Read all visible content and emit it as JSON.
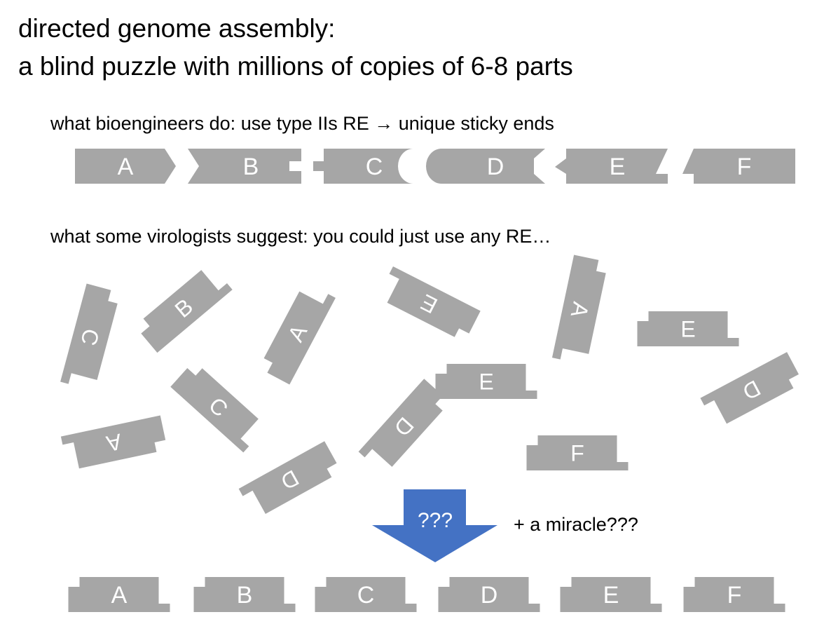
{
  "title": {
    "line1": "directed genome assembly:",
    "line2": "a blind puzzle with millions of copies of 6-8 parts"
  },
  "section_engineers": "what bioengineers do: use type IIs RE → unique sticky ends",
  "section_virologists": "what some virologists suggest: you could just use any RE…",
  "arrow_label": "???",
  "miracle_text": "+ a miracle???",
  "colors": {
    "piece": "#a6a6a6",
    "piece_text": "#ffffff",
    "arrow": "#4472c4"
  },
  "directed_pieces": [
    "A",
    "B",
    "C",
    "D",
    "E",
    "F"
  ],
  "scattered_pieces": [
    "C",
    "B",
    "A",
    "E",
    "A",
    "E",
    "E",
    "C",
    "D",
    "D",
    "A",
    "D",
    "F"
  ],
  "final_pieces": [
    "A",
    "B",
    "C",
    "D",
    "E",
    "F"
  ]
}
